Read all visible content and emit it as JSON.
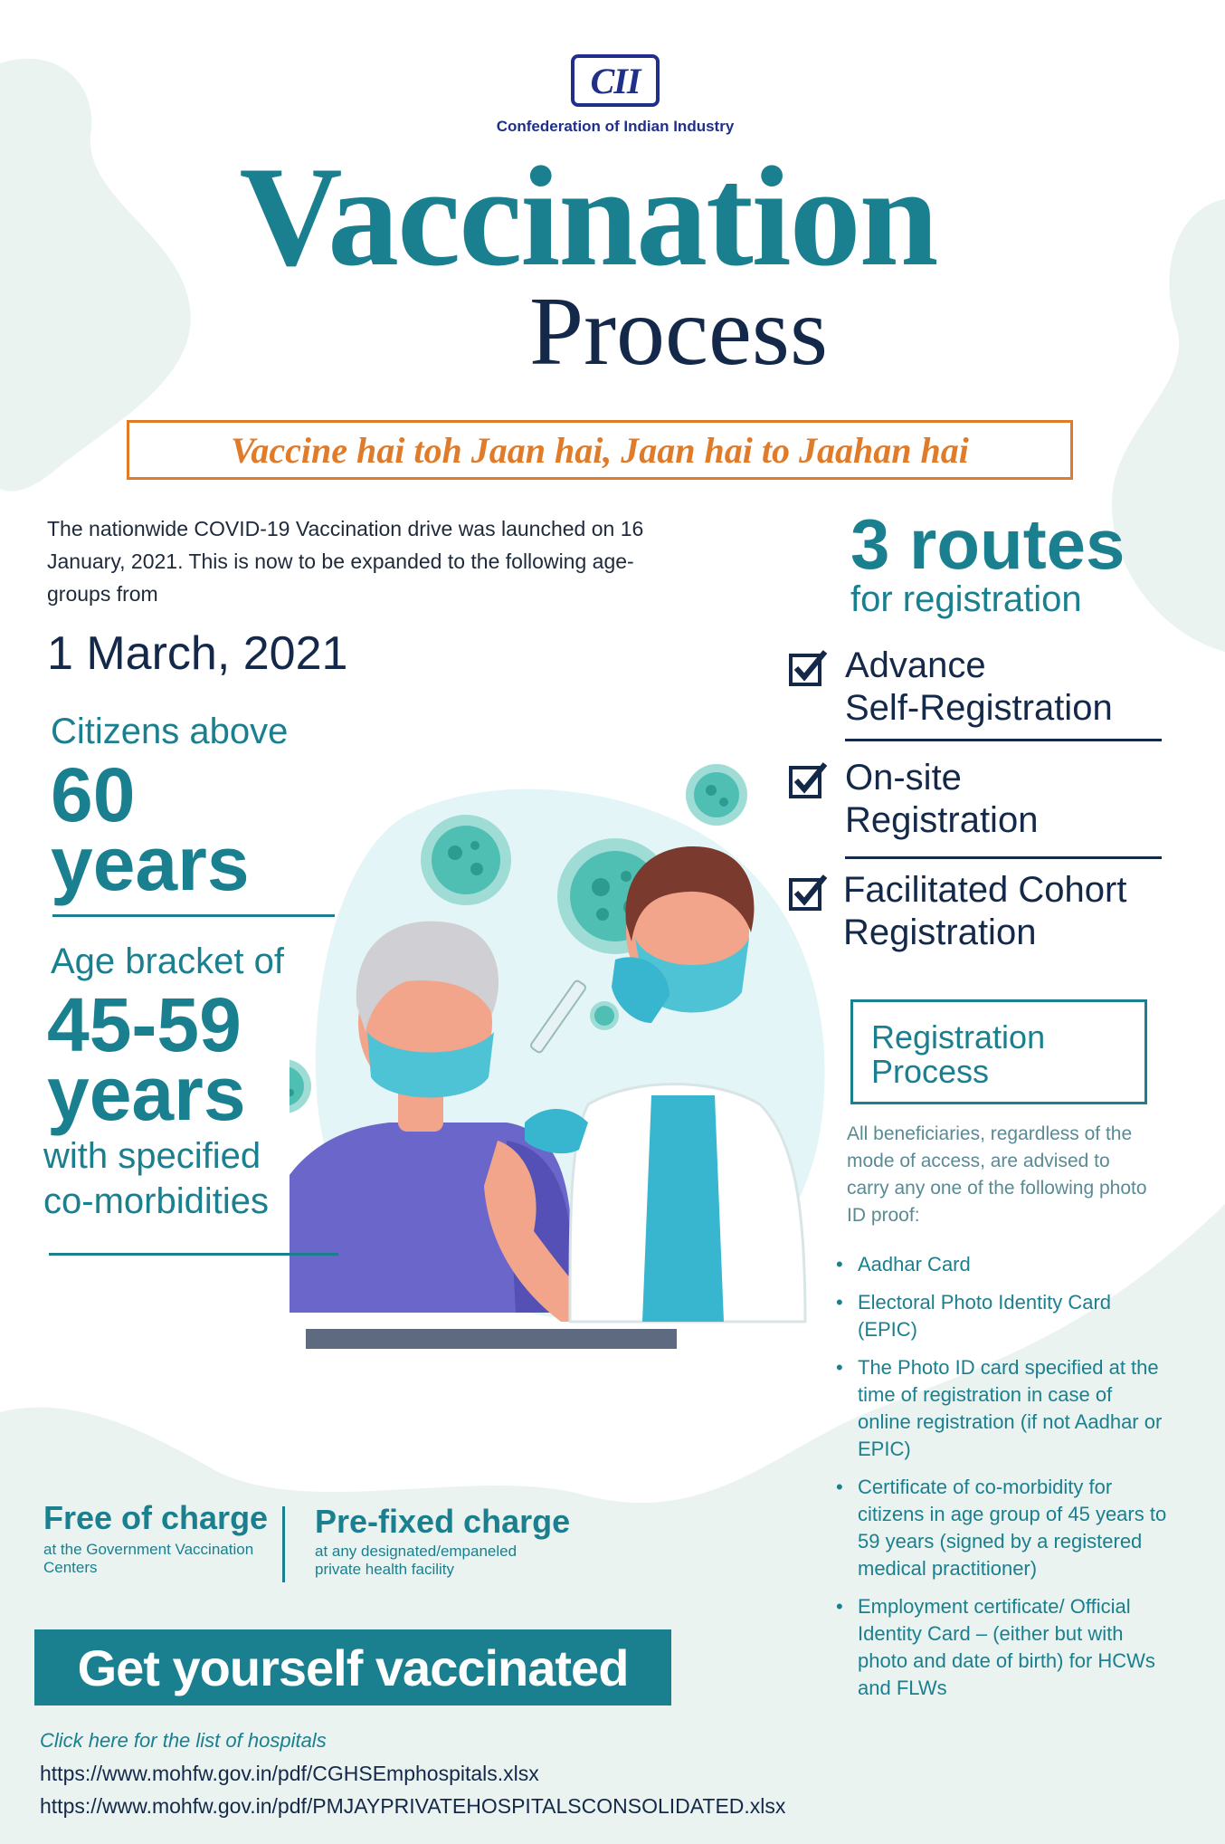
{
  "header": {
    "logo_text": "CII",
    "org_name": "Confederation of Indian Industry",
    "title_main": "Vaccination",
    "title_sub": "Process",
    "tagline": "Vaccine hai toh Jaan hai, Jaan hai to Jaahan hai"
  },
  "intro": {
    "text": "The nationwide COVID-19 Vaccination drive was launched on 16 January, 2021. This is now to be expanded to the following age-groups from",
    "date": "1 March, 2021"
  },
  "groups": [
    {
      "label": "Citizens above",
      "big_line1": "60",
      "big_line2": "years"
    },
    {
      "label": "Age bracket of",
      "big_line1": "45-59",
      "big_line2": "years",
      "note_line1": "with specified",
      "note_line2": "co-morbidities"
    }
  ],
  "routes": {
    "big": "3 routes",
    "sub": "for registration",
    "items": [
      {
        "line1": "Advance",
        "line2": "Self-Registration"
      },
      {
        "line1": "On-site",
        "line2": "Registration"
      },
      {
        "line1": "Facilitated Cohort",
        "line2": "Registration"
      }
    ]
  },
  "registration": {
    "box_line1": "Registration",
    "box_line2": "Process",
    "intro": "All beneficiaries, regardless of the mode of access, are advised to carry any one of the following photo ID proof:",
    "ids": [
      "Aadhar Card",
      "Electoral Photo Identity Card (EPIC)",
      "The Photo ID card specified at the time of registration in case of online registration (if not Aadhar or EPIC)",
      "Certificate of co-morbidity for citizens in age group of 45 years to 59 years (signed by a registered medical practitioner)",
      "Employment certificate/ Official Identity Card – (either but with photo and date of birth) for HCWs and FLWs"
    ]
  },
  "charges": {
    "free_title": "Free of charge",
    "free_note": "at the Government Vaccination Centers",
    "paid_title": "Pre-fixed charge",
    "paid_note": "at any designated/empaneled private health facility"
  },
  "cta": "Get yourself vaccinated",
  "hospitals": {
    "label": "Click here for the list of hospitals",
    "links": [
      "https://www.mohfw.gov.in/pdf/CGHSEmphospitals.xlsx",
      "https://www.mohfw.gov.in/pdf/PMJAYPRIVATEHOSPITALSCONSOLIDATED.xlsx"
    ]
  },
  "colors": {
    "teal": "#1a7f8f",
    "navy": "#14294a",
    "orange": "#e07b2a",
    "logo_blue": "#1f2f8a",
    "background_blob": "#eaf3f0"
  },
  "icons": {
    "check": "checkbox-check-icon",
    "virus": "virus-icon"
  }
}
